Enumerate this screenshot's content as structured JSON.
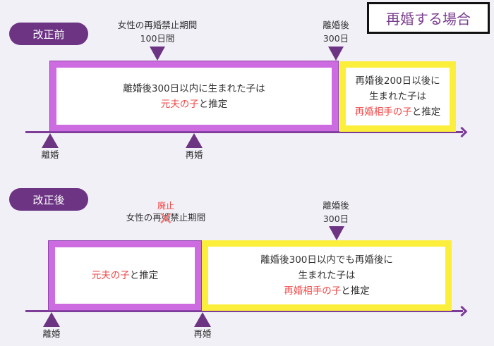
{
  "title": "再婚する場合",
  "colors": {
    "background": "#f2f0f7",
    "pill": "#6c3483",
    "axis": "#7d3c98",
    "purple_border": "#cd6ce0",
    "yellow_border": "#fcef3c",
    "highlight_red": "#f24747",
    "title_text": "#7a3d8f"
  },
  "before": {
    "pill_label": "改正前",
    "top_markers": {
      "waiting_period": {
        "line1": "女性の再婚禁止期間",
        "line2": "100日間"
      },
      "day300": {
        "line1": "離婚後",
        "line2": "300日"
      }
    },
    "purple_box": {
      "line1": "離婚後300日以内に生まれた子は",
      "line2_red": "元夫の子",
      "line2_rest": "と推定"
    },
    "yellow_box": {
      "line1": "再婚後200日以後に",
      "line2": "生まれた子は",
      "line3_red": "再婚相手の子",
      "line3_rest": "と推定"
    },
    "bottom_markers": {
      "divorce": "離婚",
      "remarriage": "再婚"
    }
  },
  "after": {
    "pill_label": "改正後",
    "top_markers": {
      "abolished_label": "廃止",
      "waiting_period": "女性の再婚禁止期間",
      "cross_mark": "✕",
      "day300": {
        "line1": "離婚後",
        "line2": "300日"
      }
    },
    "purple_box": {
      "line1_red": "元夫の子",
      "line1_rest": "と推定"
    },
    "yellow_box": {
      "line1": "離婚後300日以内でも再婚後に",
      "line2": "生まれた子は",
      "line3_red": "再婚相手の子",
      "line3_rest": "と推定"
    },
    "bottom_markers": {
      "divorce": "離婚",
      "remarriage": "再婚"
    }
  }
}
